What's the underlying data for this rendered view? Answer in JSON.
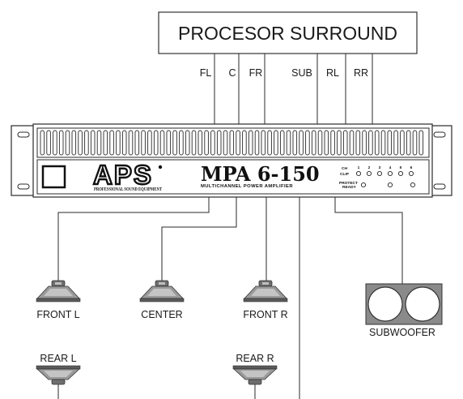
{
  "processor": {
    "title": "PROCESOR SURROUND"
  },
  "channels": [
    {
      "label": "FL"
    },
    {
      "label": "C"
    },
    {
      "label": "FR"
    },
    {
      "label": "SUB"
    },
    {
      "label": "RL"
    },
    {
      "label": "RR"
    }
  ],
  "amplifier": {
    "brand": "APS",
    "brand_tagline": "PROFESSIONAL SOUND EQUIPMENT",
    "model": "MPA 6-150",
    "model_subtitle": "MULTICHANNEL  POWER  AMPLIFIER",
    "indicators": {
      "ch_label": "CH",
      "clip_label": "CLIP",
      "protect_label": "PROTECT",
      "ready_label": "READY",
      "channel_numbers": [
        "1",
        "2",
        "3",
        "4",
        "5",
        "6"
      ]
    }
  },
  "speakers": {
    "front_l": "FRONT L",
    "center": "CENTER",
    "front_r": "FRONT R",
    "subwoofer": "SUBWOOFER",
    "rear_l": "REAR L",
    "rear_r": "REAR R"
  }
}
